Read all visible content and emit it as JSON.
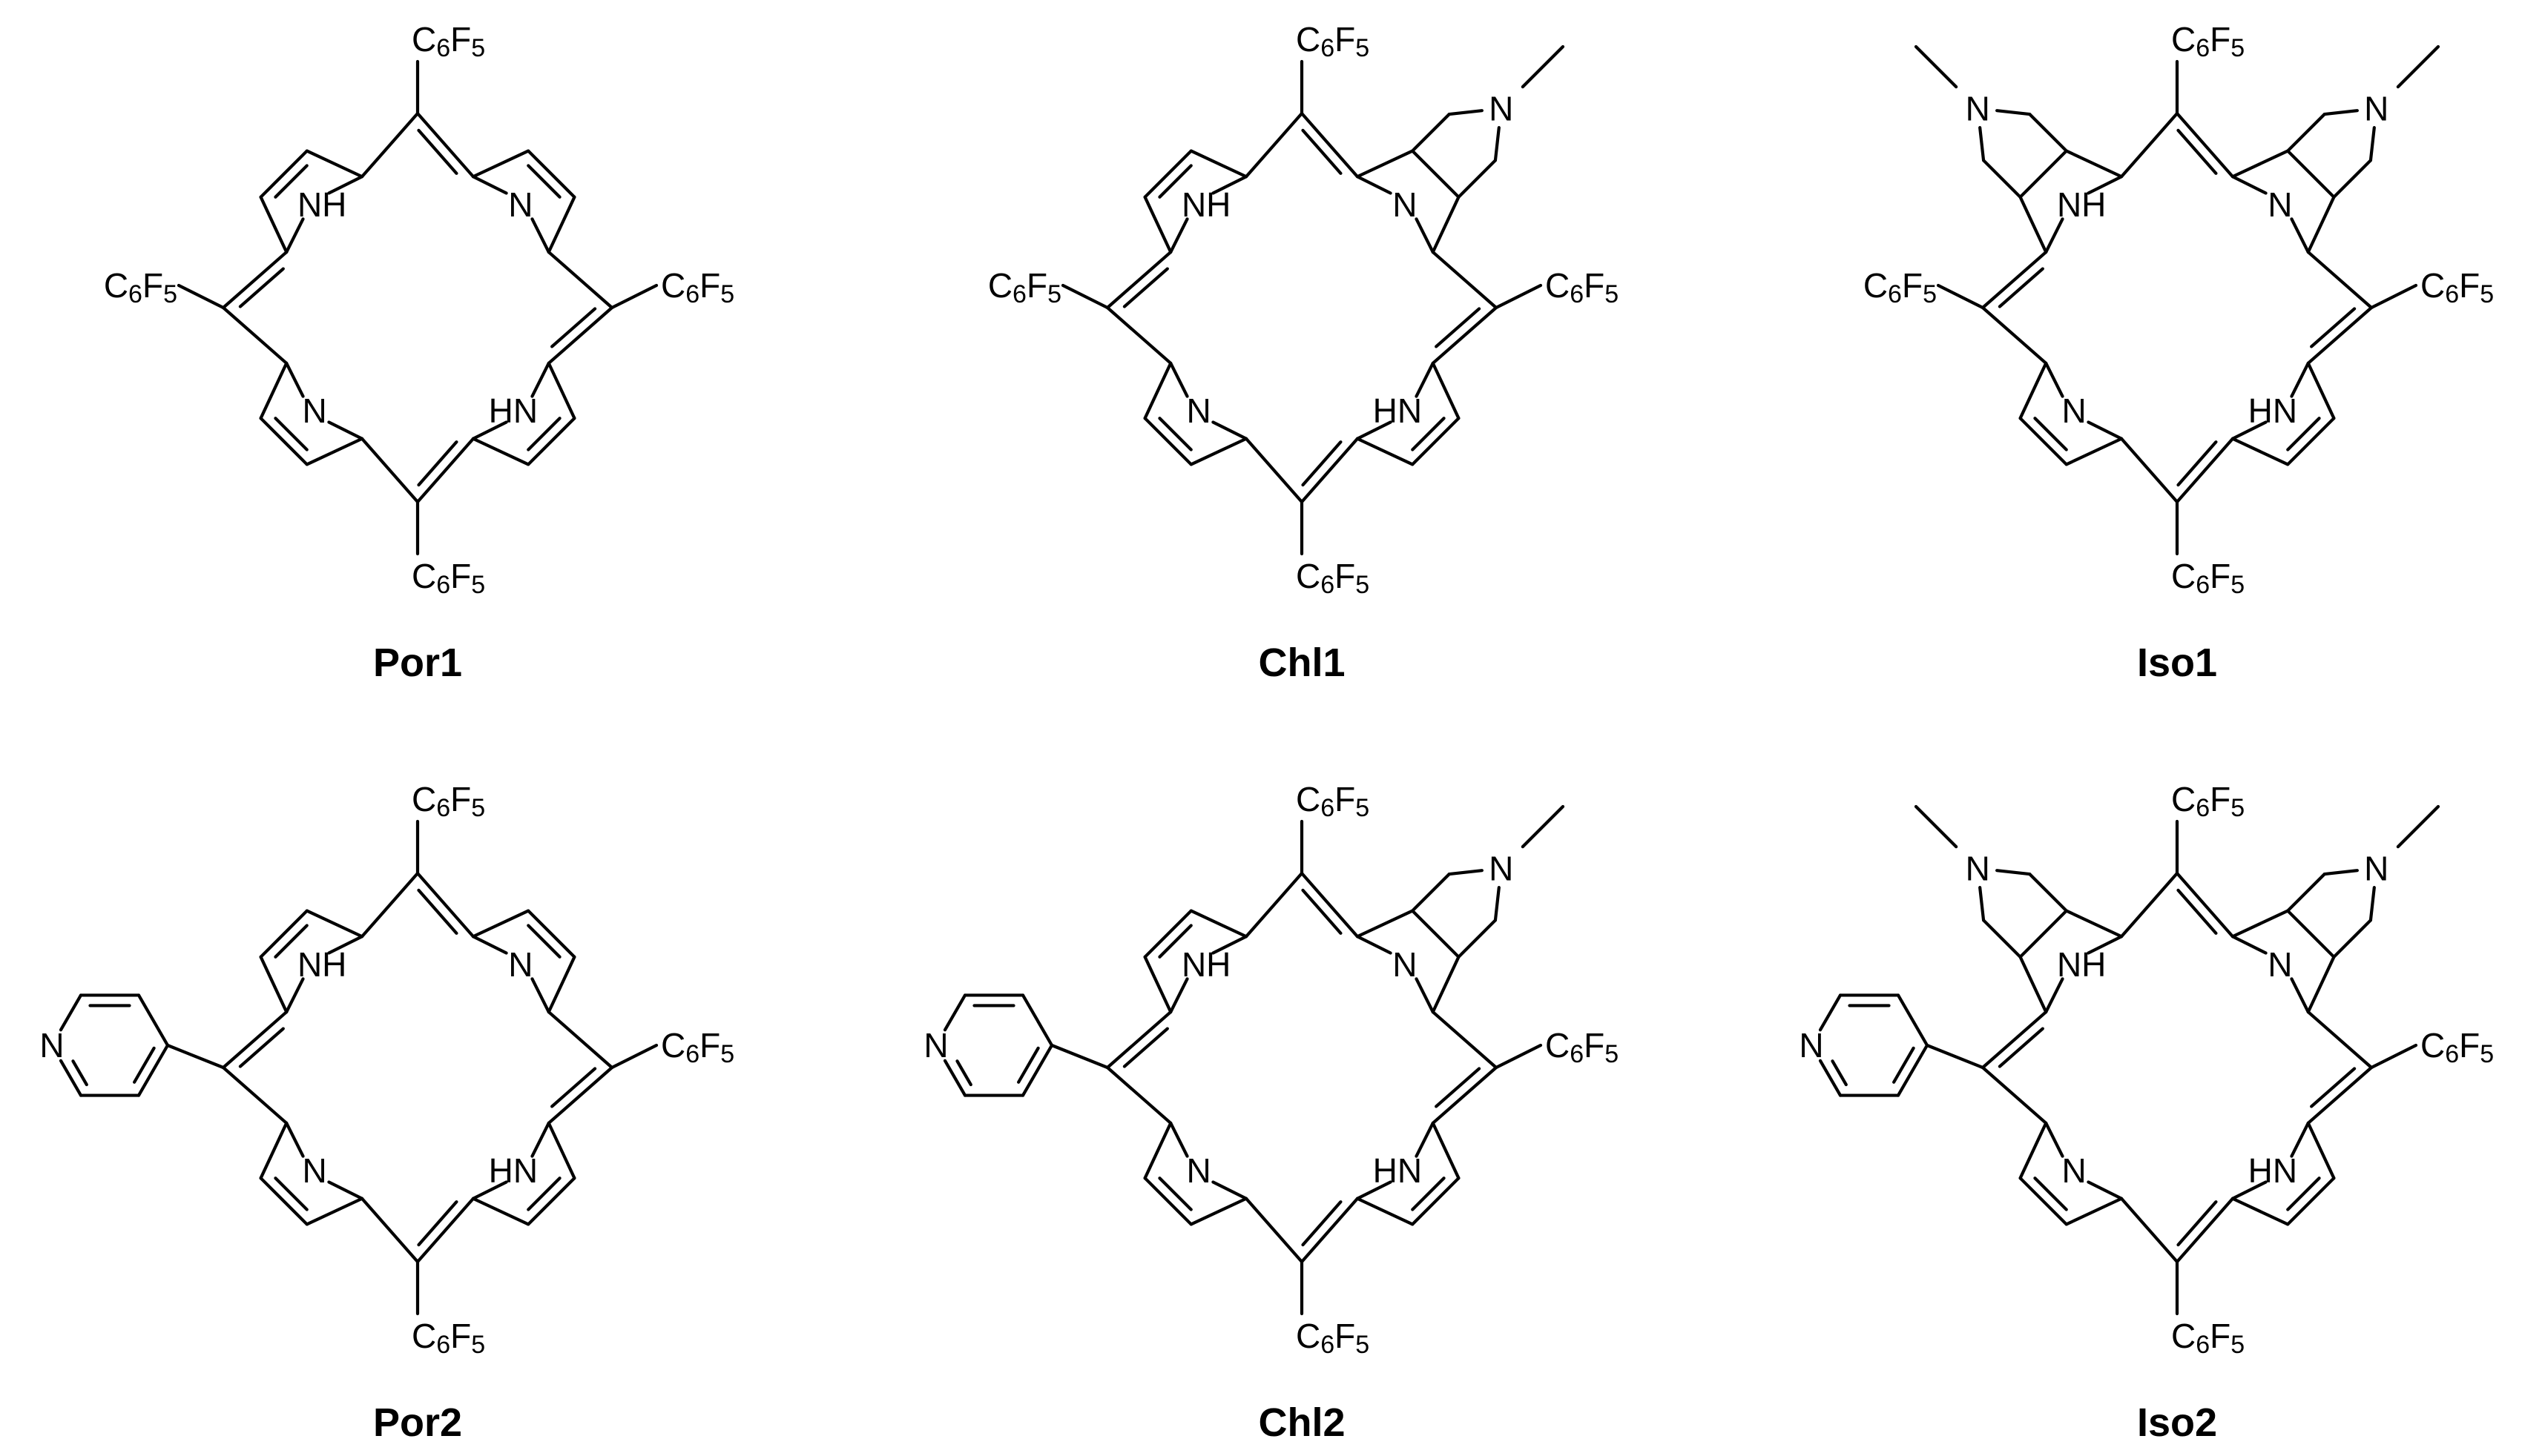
{
  "figure": {
    "compounds": [
      {
        "label": "Por1",
        "core": "porphyrin",
        "meso_left_substituent": "C6F5",
        "nh_labels": [
          "NH",
          "HN"
        ],
        "n_labels": [
          "N",
          "N"
        ]
      },
      {
        "label": "Chl1",
        "core": "chlorin",
        "meso_left_substituent": "C6F5",
        "fused_pyrrolidines": 1,
        "nh_labels": [
          "NH",
          "HN"
        ],
        "n_labels": [
          "N",
          "N"
        ]
      },
      {
        "label": "Iso1",
        "core": "isobacteriochlorin",
        "meso_left_substituent": "C6F5",
        "fused_pyrrolidines": 2,
        "nh_labels": [
          "NH",
          "HN"
        ],
        "n_labels": [
          "N",
          "N"
        ]
      },
      {
        "label": "Por2",
        "core": "porphyrin",
        "meso_left_substituent": "4-pyridyl",
        "nh_labels": [
          "NH",
          "HN"
        ],
        "n_labels": [
          "N",
          "N"
        ]
      },
      {
        "label": "Chl2",
        "core": "chlorin",
        "meso_left_substituent": "4-pyridyl",
        "fused_pyrrolidines": 1,
        "nh_labels": [
          "NH",
          "HN"
        ],
        "n_labels": [
          "N",
          "N"
        ]
      },
      {
        "label": "Iso2",
        "core": "isobacteriochlorin",
        "meso_left_substituent": "4-pyridyl",
        "fused_pyrrolidines": 2,
        "nh_labels": [
          "NH",
          "HN"
        ],
        "n_labels": [
          "N",
          "N"
        ]
      }
    ],
    "substituent_text": {
      "c": "C",
      "c_sub": "6",
      "f": "F",
      "f_sub": "5"
    },
    "pyridine_n": "N",
    "pyrrolidine_n": "N"
  }
}
